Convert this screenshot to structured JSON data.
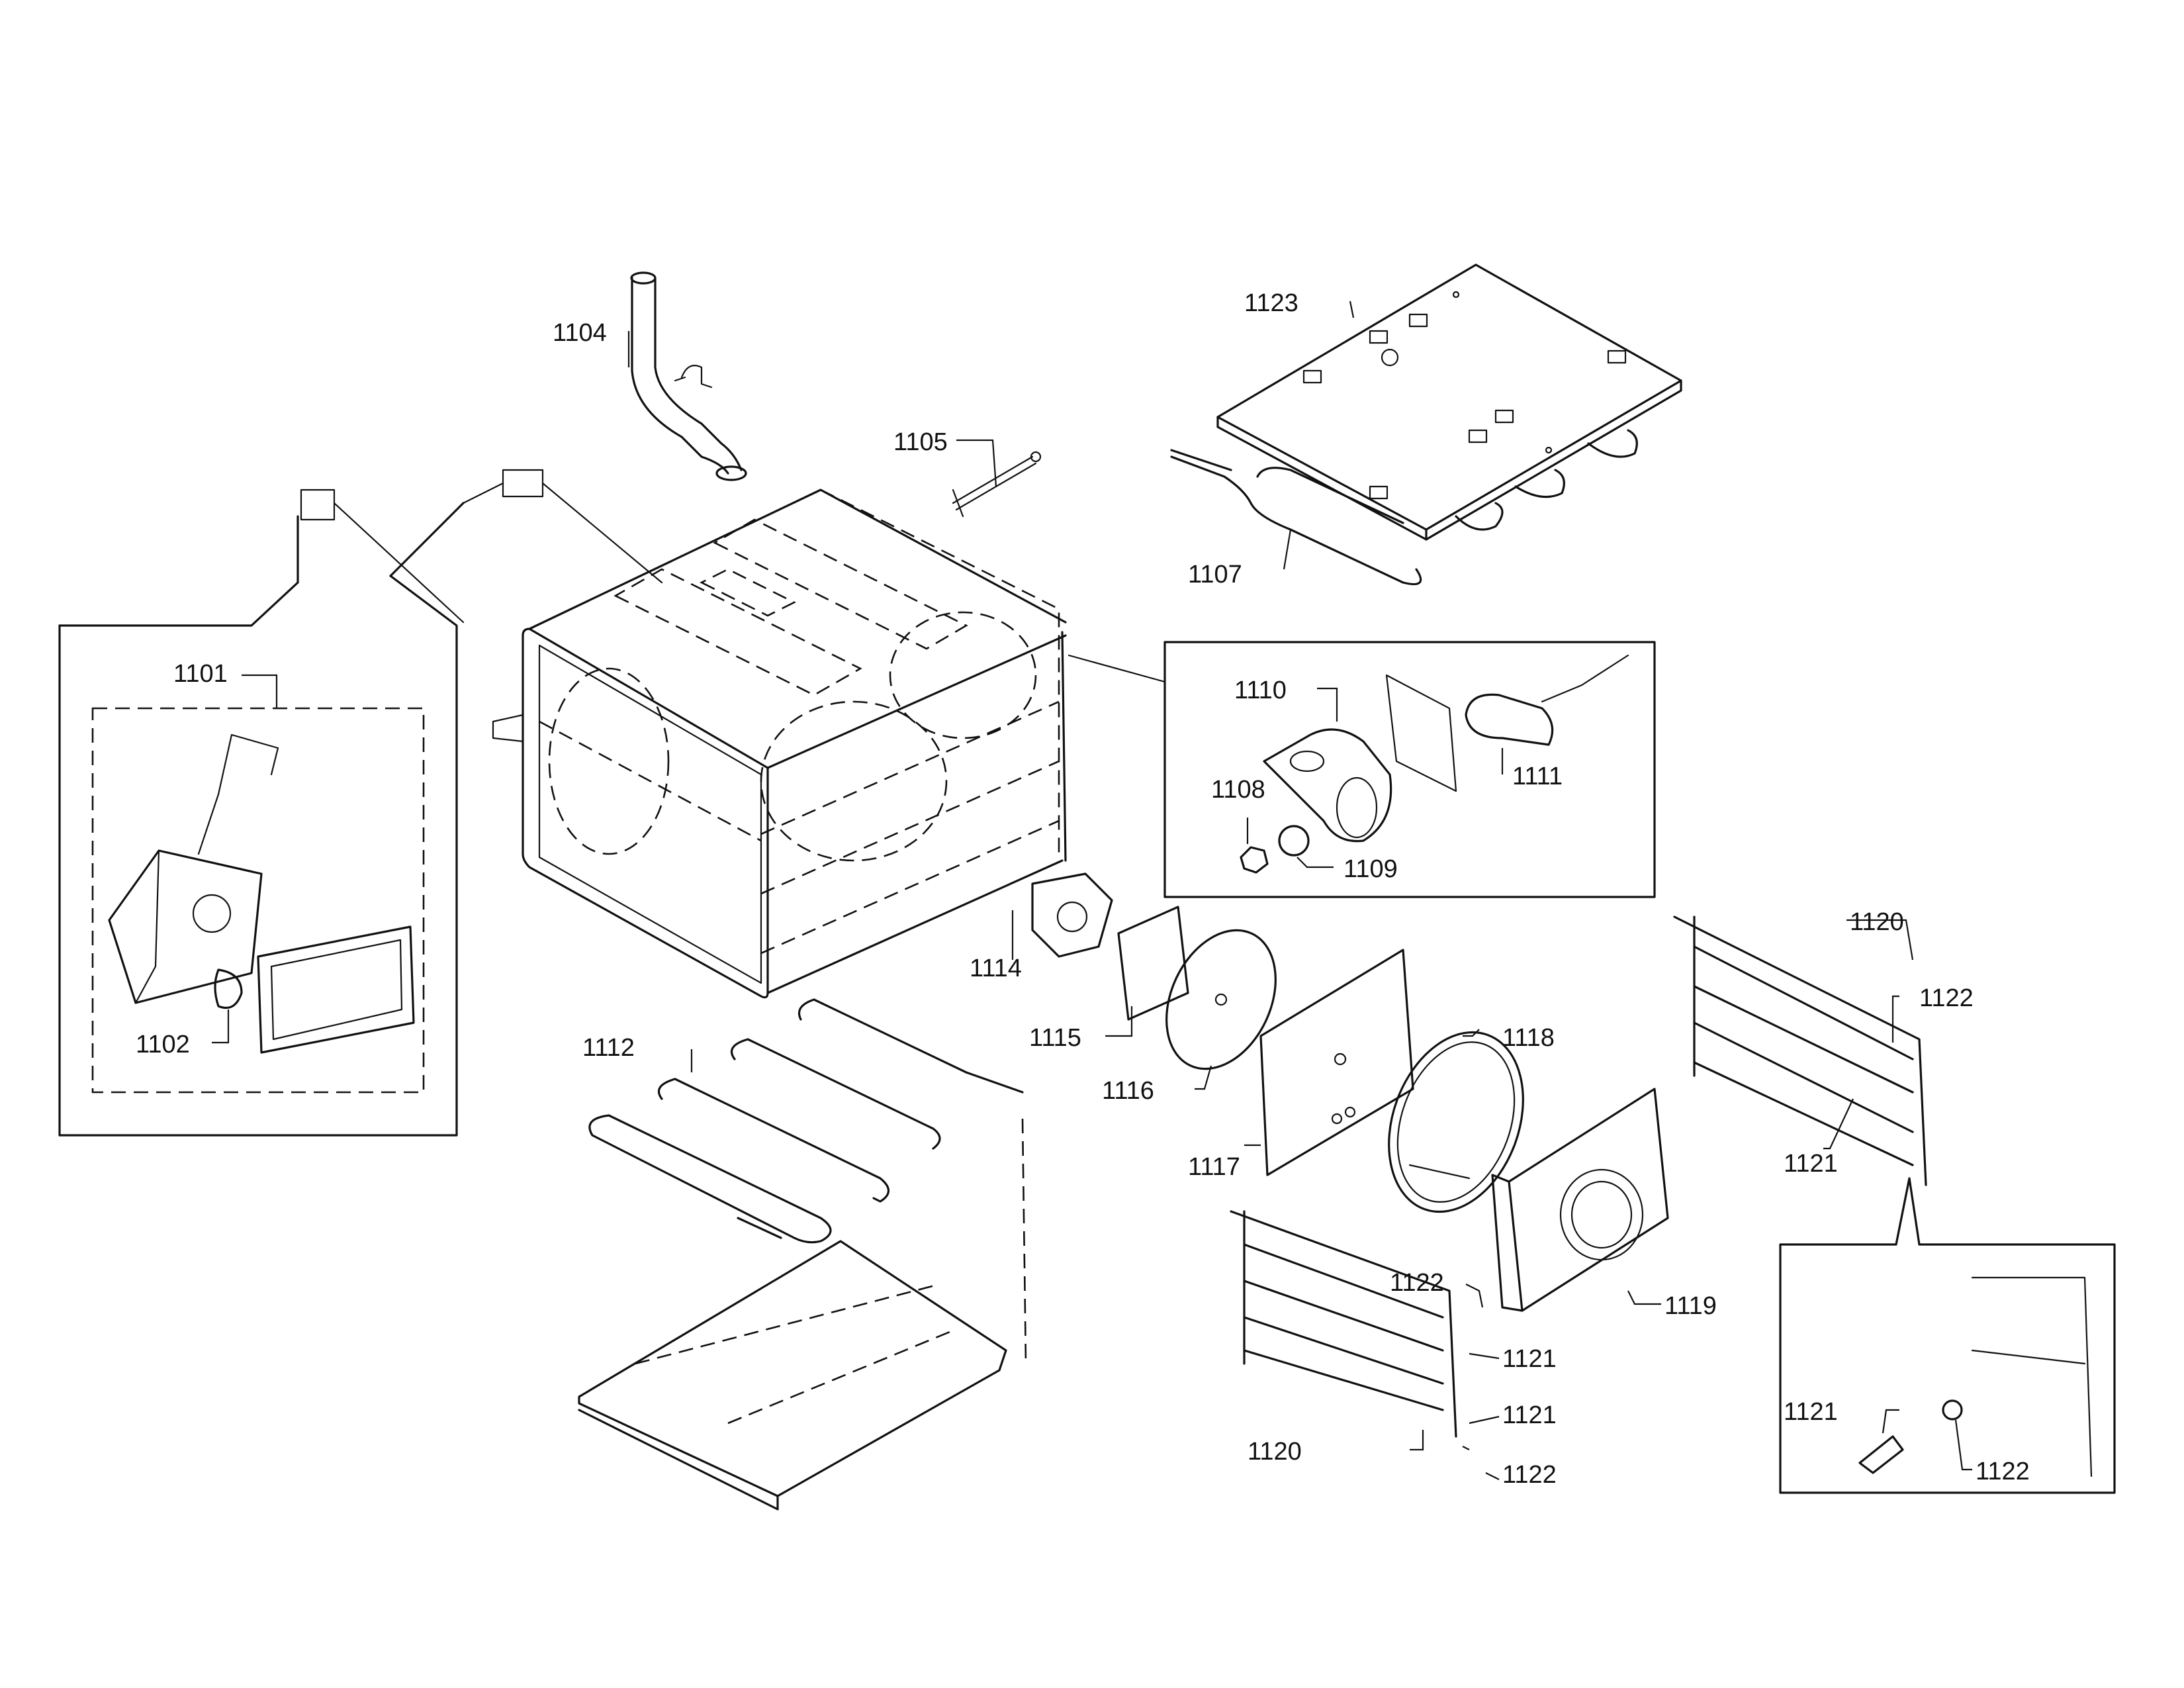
{
  "colors": {
    "ink": "#111111",
    "background": "#ffffff"
  },
  "labels": {
    "p1101": "1101",
    "p1102": "1102",
    "p1104": "1104",
    "p1105": "1105",
    "p1107": "1107",
    "p1108": "1108",
    "p1109": "1109",
    "p1110": "1110",
    "p1111": "1111",
    "p1112": "1112",
    "p1114": "1114",
    "p1115": "1115",
    "p1116": "1116",
    "p1117": "1117",
    "p1118": "1118",
    "p1119": "1119",
    "p1120_left": "1120",
    "p1120_right": "1120",
    "p1121_a": "1121",
    "p1121_b": "1121",
    "p1121_c": "1121",
    "p1121_d": "1121",
    "p1122_a": "1122",
    "p1122_b": "1122",
    "p1122_c": "1122",
    "p1122_d": "1122",
    "p1123": "1123"
  }
}
